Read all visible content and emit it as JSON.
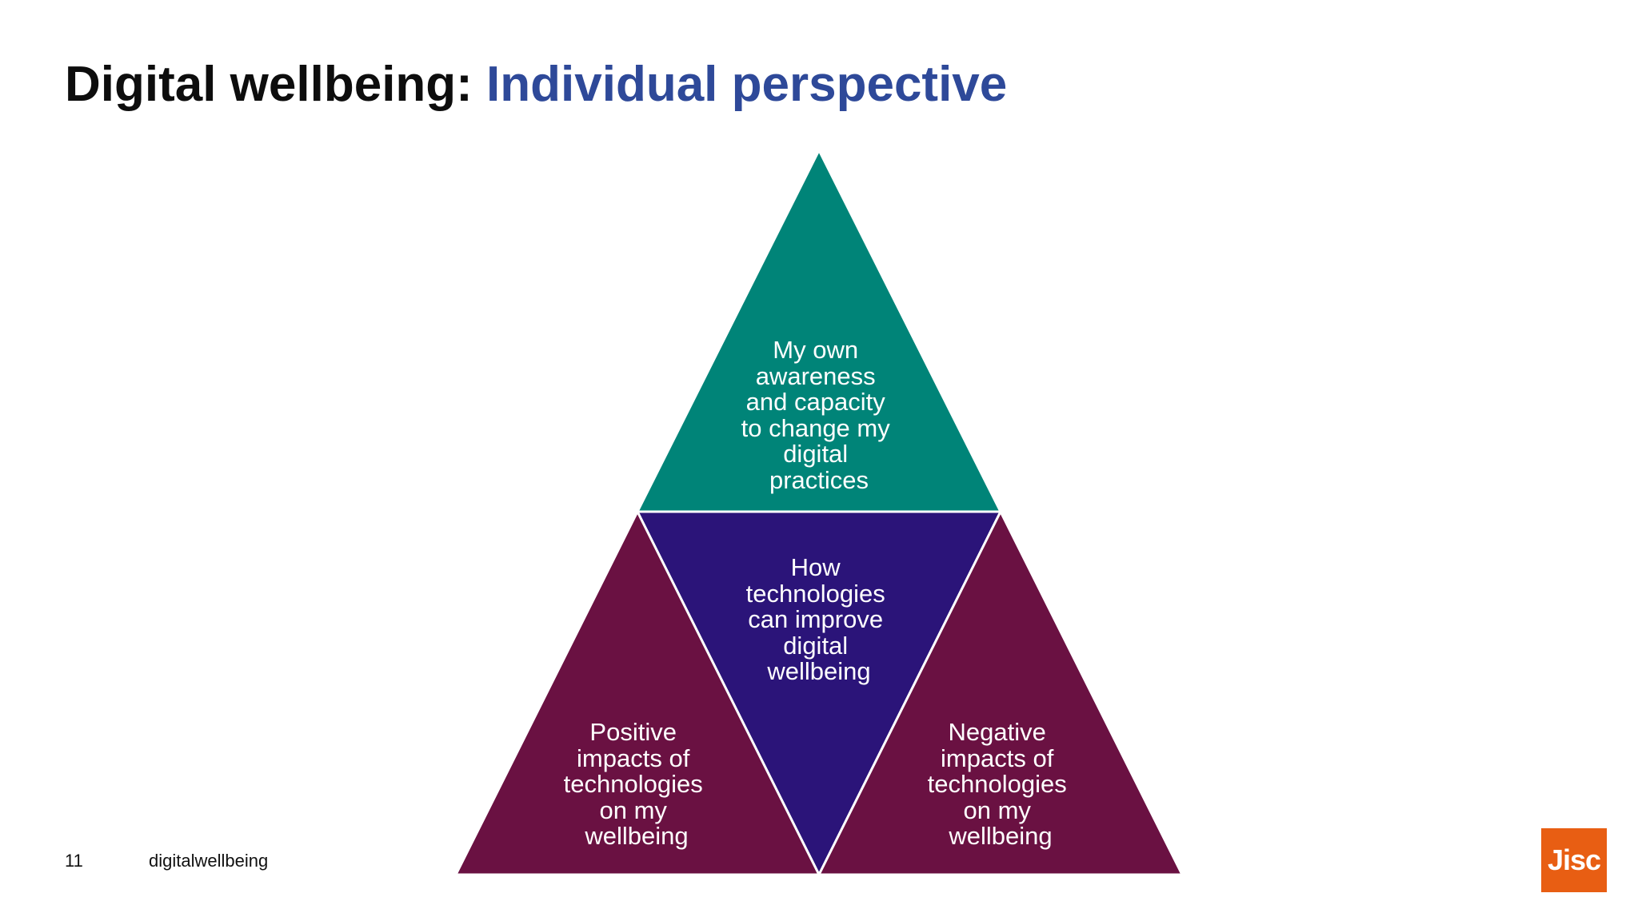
{
  "title": {
    "main": "Digital wellbeing:",
    "accent": "Individual perspective"
  },
  "colors": {
    "title_accent": "#2e4999",
    "top_triangle": "#008478",
    "center_triangle": "#2b1479",
    "side_triangles": "#6a1142",
    "logo": "#e85e13"
  },
  "diagram": {
    "top": [
      "My own",
      "awareness",
      "and capacity",
      "to change my",
      "digital",
      "practices"
    ],
    "center": [
      "How",
      "technologies",
      "can improve",
      "digital",
      "wellbeing"
    ],
    "bottom_left": [
      "Positive",
      "impacts of",
      "technologies",
      "on my",
      "wellbeing"
    ],
    "bottom_right": [
      "Negative",
      "impacts of",
      "technologies",
      "on my",
      "wellbeing"
    ]
  },
  "footer": {
    "page_number": "11",
    "tag": "digitalwellbeing"
  },
  "logo": {
    "text": "Jisc"
  }
}
